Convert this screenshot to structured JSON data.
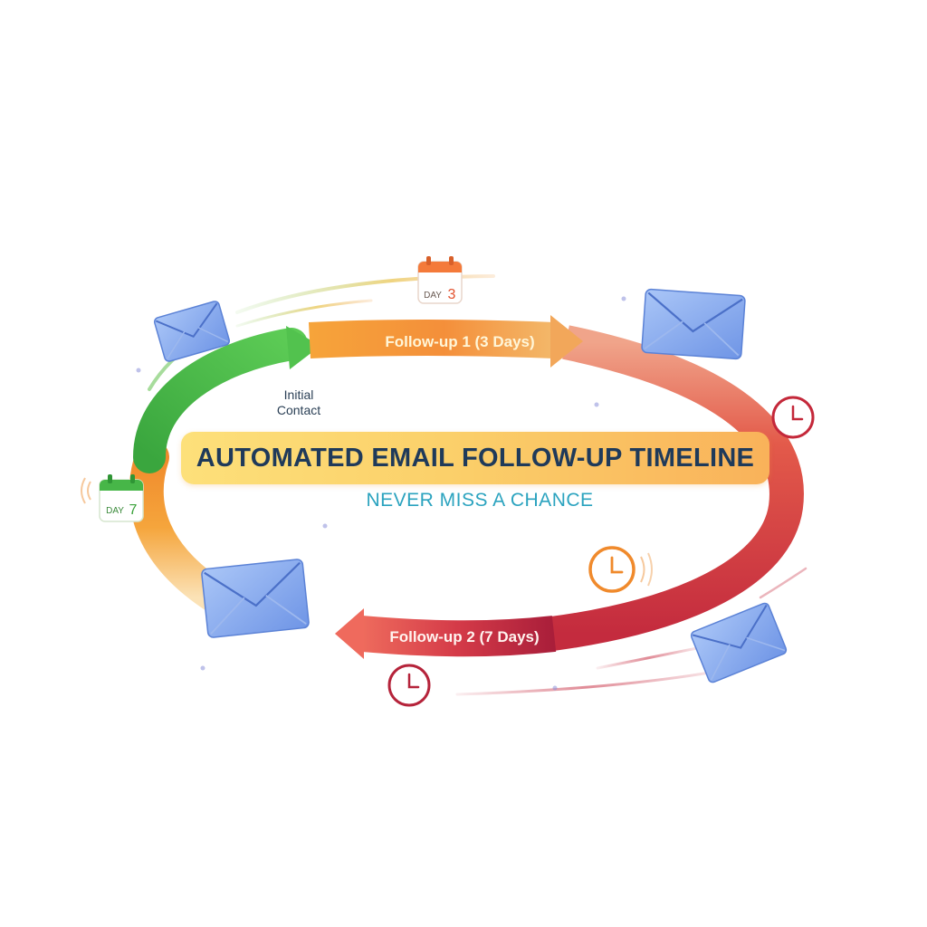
{
  "title": "AUTOMATED EMAIL FOLLOW-UP TIMELINE",
  "subtitle": "NEVER MISS A CHANCE",
  "stages": {
    "initial": {
      "line1": "Initial",
      "line2": "Contact"
    },
    "followup1": "Follow-up 1 (3 Days)",
    "followup2": "Follow-up 2 (7 Days)"
  },
  "badges": {
    "day3": {
      "prefix": "DAY",
      "number": "3"
    },
    "day7": {
      "prefix": "DAY",
      "number": "7"
    }
  },
  "icons": [
    "envelope-icon",
    "calendar-icon",
    "clock-icon"
  ],
  "colors": {
    "green": "#4cb84a",
    "orange": "#f29a3a",
    "red": "#d8343f",
    "title_text": "#1f3a5a",
    "subtitle_text": "#2ba3bf",
    "envelope": "#7fa6ec"
  }
}
